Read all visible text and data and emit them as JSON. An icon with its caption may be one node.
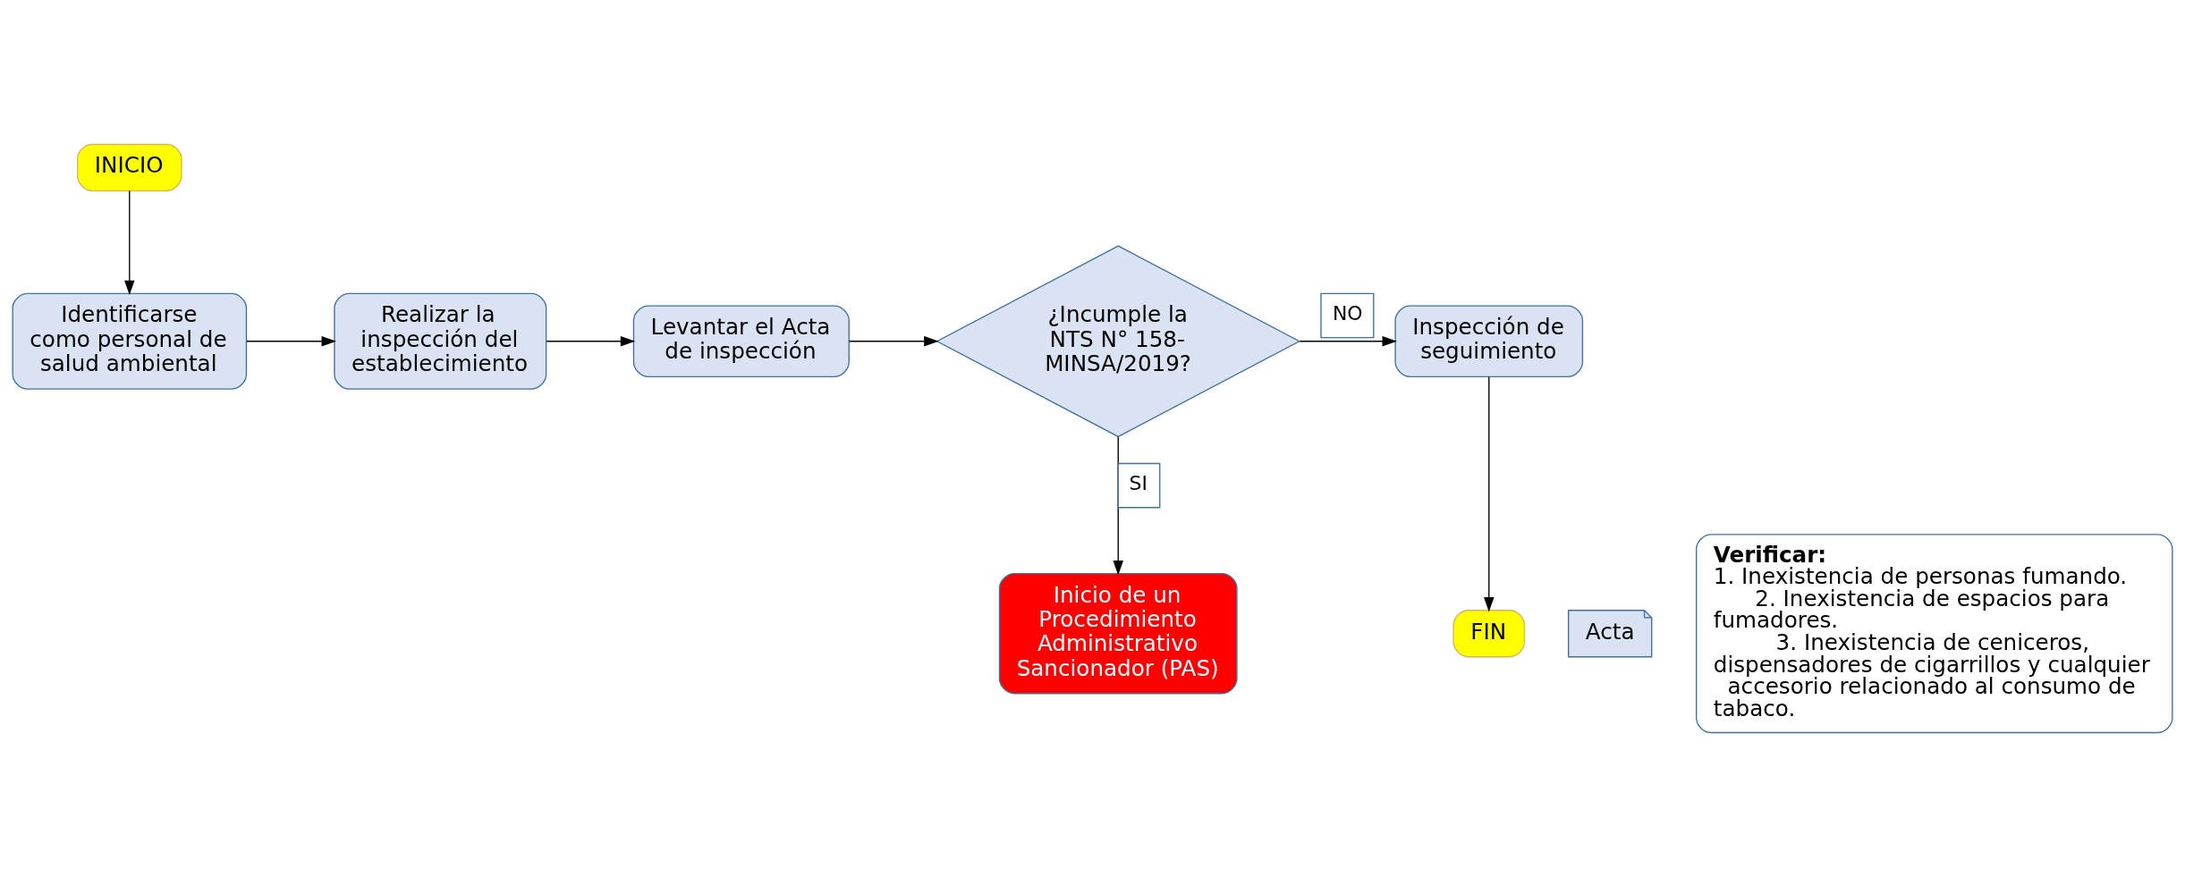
{
  "diagram": {
    "nodes": [
      {
        "text": [
          "INICIO"
        ]
      },
      {
        "text": [
          "Identificarse como personal de salud ambiental"
        ]
      },
      {
        "text": [
          "Realizar la inspección del establecimiento"
        ]
      },
      {
        "text": [
          "Levantar el Acta de inspección"
        ]
      },
      {
        "text": [
          "¿Incumple la NTS N° 158-MINSA/2019?"
        ]
      },
      {
        "text": [
          "Inspección de seguimiento"
        ]
      },
      {
        "text": [
          "FIN"
        ]
      },
      {
        "text": [
          "Acta"
        ]
      },
      {
        "text": [
          "Verificar:",
          "1. Inexistencia de personas fumando.",
          "2. Inexistencia de espacios para fumadores.",
          "3. Inexistencia de ceniceros, dispensadores de cigarrillos y cualquier accesorio relacionado al consumo de tabaco."
        ]
      },
      {
        "text": [
          "Inicio de un Procedimiento Administrativo Sancionador (PAS)"
        ]
      }
    ],
    "edges": [
      {
        "from": 0,
        "to": 1,
        "arrow": "to"
      },
      {
        "from": 1,
        "to": 2,
        "arrow": "to"
      },
      {
        "from": 2,
        "to": 3,
        "arrow": "to"
      },
      {
        "from": 3,
        "to": 4,
        "arrow": "to"
      },
      {
        "from": 4,
        "to": 5,
        "arrow": "to",
        "label": "NO"
      },
      {
        "from": 5,
        "to": 6,
        "arrow": "to"
      },
      {
        "from": 4,
        "to": 9,
        "arrow": "to",
        "label": "SI"
      }
    ]
  }
}
